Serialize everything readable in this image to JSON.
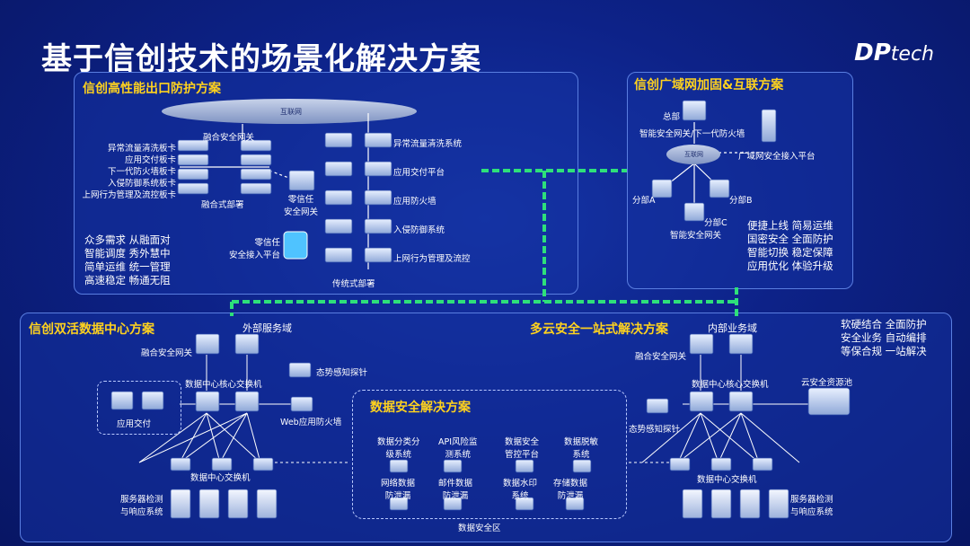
{
  "header": {
    "title": "基于信创技术的场景化解决方案",
    "logo_main": "DP",
    "logo_sub": "tech"
  },
  "panel_tl": {
    "title": "信创高性能出口防护方案",
    "cloud": "互联网",
    "gateway": "融合安全网关",
    "left_cards": [
      "异常流量清洗板卡",
      "应用交付板卡",
      "下一代防火墙板卡",
      "入侵防御系统板卡",
      "上网行为管理及流控板卡"
    ],
    "converged": "融合式部署",
    "zt_gateway": "零信任\n安全网关",
    "zt_platform": "零信任\n安全接入平台",
    "right_devices": [
      "异常流量清洗系统",
      "应用交付平台",
      "应用防火墙",
      "入侵防御系统",
      "上网行为管理及流控"
    ],
    "traditional": "传统式部署",
    "features": [
      "众多需求 从融面对",
      "智能调度 秀外慧中",
      "简单运维 统一管理",
      "高速稳定 畅通无阻"
    ]
  },
  "panel_tr": {
    "title": "信创广域网加固&互联方案",
    "hq": "总部",
    "hq_gateway": "智能安全网关/下一代防火墙",
    "cloud": "互联网",
    "wan_platform": "广域网安全接入平台",
    "branch_a": "分部A",
    "branch_b": "分部B",
    "branch_c": "分部C",
    "branch_gateway": "智能安全网关",
    "features": [
      "便捷上线  简易运维",
      "国密安全  全面防护",
      "智能切换  稳定保障",
      "应用优化  体验升级"
    ]
  },
  "panel_bottom": {
    "dc_title": "信创双活数据中心方案",
    "external_domain": "外部服务域",
    "dc_gateway": "融合安全网关",
    "dc_core": "数据中心核心交换机",
    "situation": "态势感知探针",
    "app_delivery": "应用交付",
    "waf": "Web应用防火墙",
    "dc_switch": "数据中心交换机",
    "server_detect": "服务器检测\n与响应系统",
    "data_title": "数据安全解决方案",
    "data_items_top": [
      "数据分类分\n级系统",
      "API风险监\n测系统",
      "数据安全\n管控平台",
      "数据脱敏\n系统"
    ],
    "data_items_bottom": [
      "网络数据\n防泄漏",
      "邮件数据\n防泄漏",
      "数据水印\n系统",
      "存储数据\n防泄漏"
    ],
    "data_zone": "数据安全区",
    "mc_title": "多云安全一站式解决方案",
    "internal_domain": "内部业务域",
    "mc_gateway": "融合安全网关",
    "mc_core": "数据中心核心交换机",
    "cloud_pool": "云安全资源池",
    "mc_situation": "态势感知探针",
    "mc_switch": "数据中心交换机",
    "mc_server_detect": "服务器检测\n与响应系统",
    "features": [
      "软硬结合 全面防护",
      "安全业务 自动编排",
      "等保合规 一站解决"
    ]
  },
  "colors": {
    "accent": "#ffd21e",
    "link_green": "#2ee07a",
    "panel_border": "#5a7ee0"
  }
}
